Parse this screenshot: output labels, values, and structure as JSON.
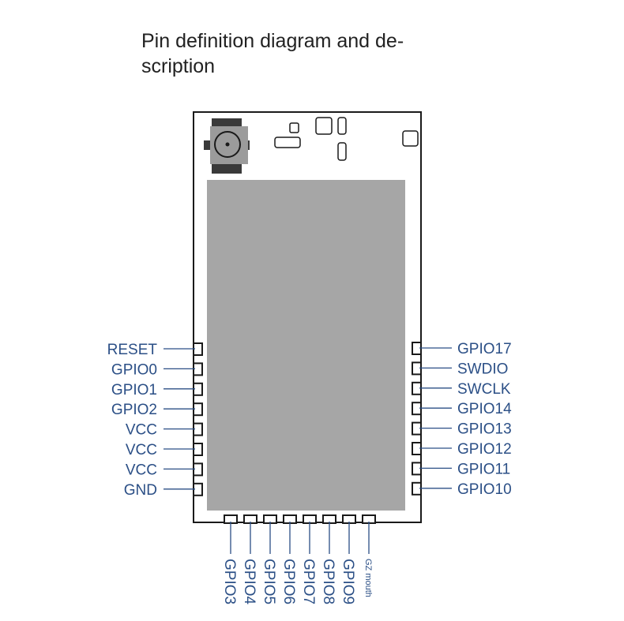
{
  "title": "Pin definition diagram and description",
  "title_line1": "Pin definition diagram and de-",
  "title_line2": "scription",
  "colors": {
    "board_outline": "#1a1a1a",
    "shield": "#a6a6a6",
    "antenna_connector": "#9b9b9b",
    "antenna_dark": "#3a3a3a",
    "label_text": "#2b4f86",
    "leader_line": "#2b4f86"
  },
  "left_pins": [
    "RESET",
    "GPIO0",
    "GPIO1",
    "GPIO2",
    "VCC",
    "VCC",
    "VCC",
    "GND"
  ],
  "right_pins": [
    "GPIO17",
    "SWDIO",
    "SWCLK",
    "GPIO14",
    "GPIO13",
    "GPIO12",
    "GPIO11",
    "GPIO10"
  ],
  "bottom_pins": [
    "GPIO3",
    "GPIO4",
    "GPIO5",
    "GPIO6",
    "GPIO7",
    "GPIO8",
    "GPIO9",
    "GZ mouth"
  ]
}
